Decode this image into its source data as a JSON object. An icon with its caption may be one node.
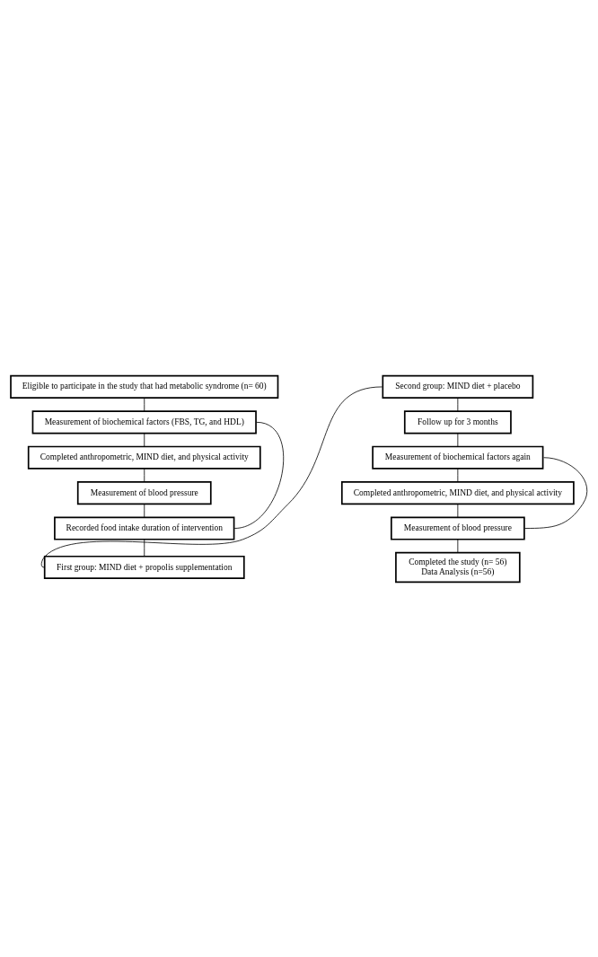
{
  "diagram": {
    "nodes": [
      {
        "text": [
          "Eligible to participate in the study that had metabolic syndrome (n= 60)"
        ]
      },
      {
        "text": [
          "Measurement of biochemical factors (FBS, TG, and HDL)"
        ]
      },
      {
        "text": [
          "Completed anthropometric, MIND diet, and physical activity"
        ]
      },
      {
        "text": [
          "Measurement of blood pressure"
        ]
      },
      {
        "text": [
          "Recorded food intake duration of intervention"
        ]
      },
      {
        "text": [
          "First group: MIND diet + propolis supplementation"
        ]
      },
      {
        "text": [
          "Second group: MIND diet + placebo"
        ]
      },
      {
        "text": [
          "Follow up for 3 months"
        ]
      },
      {
        "text": [
          "Measurement of biochemical factors again"
        ]
      },
      {
        "text": [
          "Completed anthropometric, MIND diet, and physical activity"
        ]
      },
      {
        "text": [
          "Measurement of blood pressure"
        ]
      },
      {
        "text": [
          "Completed the study (n= 56)",
          "Data Analysis (n=56)"
        ]
      }
    ],
    "edges": [
      {
        "from": 0,
        "to": 1,
        "arrow": "none"
      },
      {
        "from": 1,
        "to": 2,
        "arrow": "none"
      },
      {
        "from": 2,
        "to": 3,
        "arrow": "none"
      },
      {
        "from": 3,
        "to": 4,
        "arrow": "none"
      },
      {
        "from": 1,
        "to": 4,
        "arrow": "none"
      },
      {
        "from": 4,
        "to": 5,
        "arrow": "none"
      },
      {
        "from": 5,
        "to": 6,
        "arrow": "none"
      },
      {
        "from": 6,
        "to": 7,
        "arrow": "none"
      },
      {
        "from": 7,
        "to": 8,
        "arrow": "none"
      },
      {
        "from": 8,
        "to": 9,
        "arrow": "none"
      },
      {
        "from": 9,
        "to": 10,
        "arrow": "none"
      },
      {
        "from": 8,
        "to": 10,
        "arrow": "none"
      },
      {
        "from": 10,
        "to": 11,
        "arrow": "none"
      }
    ]
  }
}
